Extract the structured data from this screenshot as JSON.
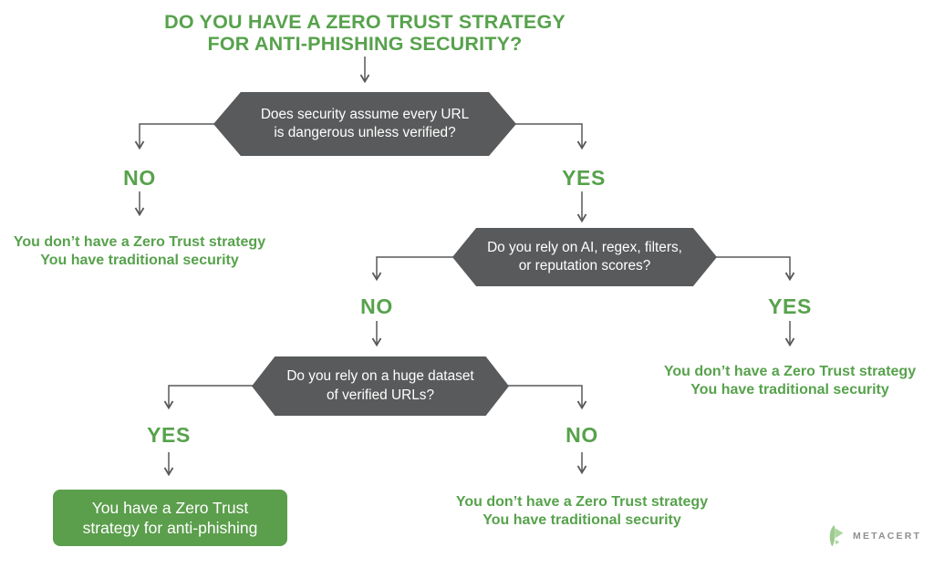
{
  "title": {
    "line1": "DO YOU HAVE A ZERO TRUST STRATEGY",
    "line2": "FOR ANTI-PHISHING SECURITY?"
  },
  "questions": {
    "q1": {
      "line1": "Does security assume every URL",
      "line2": "is dangerous unless verified?"
    },
    "q2": {
      "line1": "Do you rely on AI, regex, filters,",
      "line2": "or reputation scores?"
    },
    "q3": {
      "line1": "Do you rely on a huge dataset",
      "line2": "of verified URLs?"
    }
  },
  "branch_labels": {
    "q1_no": "NO",
    "q1_yes": "YES",
    "q2_no": "NO",
    "q2_yes": "YES",
    "q3_yes": "YES",
    "q3_no": "NO"
  },
  "outcomes": {
    "q1_no": {
      "line1": "You don’t have a Zero Trust strategy",
      "line2": "You have traditional security"
    },
    "q2_yes": {
      "line1": "You don’t have a Zero Trust strategy",
      "line2": "You have traditional security"
    },
    "q3_no": {
      "line1": "You don’t have a Zero Trust strategy",
      "line2": "You have traditional security"
    },
    "q3_yes": {
      "line1": "You have a Zero Trust",
      "line2": "strategy for anti-phishing"
    }
  },
  "logo": {
    "brand": "METACERT"
  },
  "colors": {
    "green_text": "#57a24c",
    "green_box": "#5b9e4c",
    "node_gray": "#595a5b",
    "arrow_gray": "#58595b",
    "logo_gray": "#8d908d",
    "logo_icon_green": "#a3d095"
  }
}
